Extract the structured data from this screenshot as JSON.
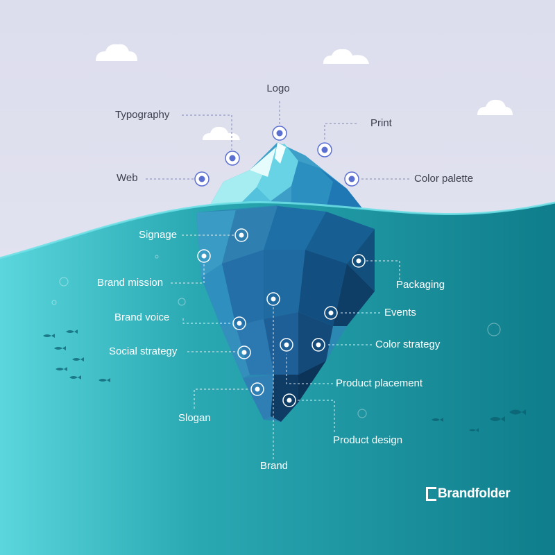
{
  "brand": {
    "name": "Brandfolder"
  },
  "colors": {
    "sky": "#e3e4f1",
    "sea_light": "#5ad6dc",
    "sea_dark": "#0f7d8b",
    "marker": "#5b6fd0",
    "label_dark": "#3c3f4e",
    "label_light": "#ffffff"
  },
  "above_water": [
    {
      "label": "Logo"
    },
    {
      "label": "Typography"
    },
    {
      "label": "Print"
    },
    {
      "label": "Web"
    },
    {
      "label": "Color palette"
    }
  ],
  "below_water": [
    {
      "label": "Signage"
    },
    {
      "label": "Brand mission"
    },
    {
      "label": "Packaging"
    },
    {
      "label": "Events"
    },
    {
      "label": "Brand voice"
    },
    {
      "label": "Color strategy"
    },
    {
      "label": "Social strategy"
    },
    {
      "label": "Product placement"
    },
    {
      "label": "Slogan"
    },
    {
      "label": "Product design"
    },
    {
      "label": "Brand"
    }
  ]
}
